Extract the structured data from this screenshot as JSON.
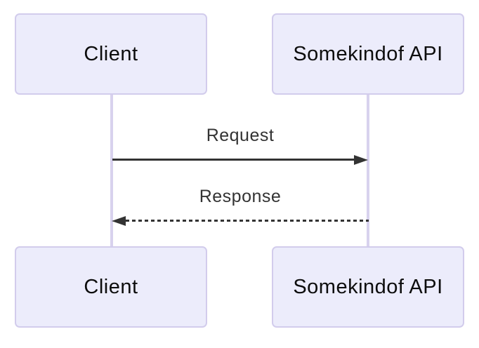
{
  "diagram": {
    "type": "sequence-diagram",
    "participants": [
      {
        "id": "client",
        "label": "Client"
      },
      {
        "id": "api",
        "label": "Somekindof API"
      }
    ],
    "messages": [
      {
        "from": "client",
        "to": "api",
        "label": "Request",
        "line_style": "solid",
        "direction": "right"
      },
      {
        "from": "api",
        "to": "client",
        "label": "Response",
        "line_style": "dashed",
        "direction": "left"
      }
    ],
    "colors": {
      "background": "#FFFFFF",
      "actor_fill": "#ECECFB",
      "actor_border": "#D2CCEC",
      "actor_text": "#0D0D0D",
      "lifeline": "#D8D2EE",
      "arrow": "#333333",
      "message_text": "#333333"
    }
  }
}
